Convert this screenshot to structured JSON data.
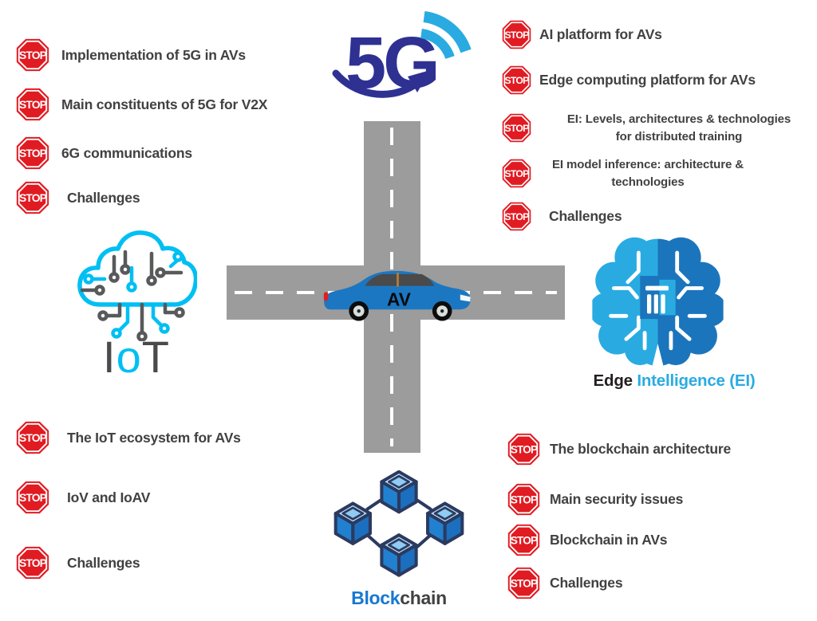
{
  "stop_sign": {
    "label": "STOP"
  },
  "car": {
    "label": "AV"
  },
  "hubs": {
    "five_g": {
      "label": "5G"
    },
    "iot": {
      "i": "I",
      "o": "o",
      "t": "T"
    },
    "edge": {
      "word1": "Edge",
      "word2": "Intelligence (EI)"
    },
    "blockchain": {
      "word1": "Block",
      "word2": "chain"
    }
  },
  "quadrants": {
    "top_left": {
      "items": [
        "Implementation of 5G in AVs",
        "Main constituents of 5G for V2X",
        "6G communications",
        "Challenges"
      ]
    },
    "top_right": {
      "items": [
        "AI platform for AVs",
        "Edge computing platform for AVs",
        "EI: Levels, architectures & technologies\nfor distributed training",
        "EI model inference: architecture &\ntechnologies",
        "Challenges"
      ]
    },
    "bottom_left": {
      "items": [
        "The IoT ecosystem for AVs",
        "IoV and IoAV",
        "Challenges"
      ]
    },
    "bottom_right": {
      "items": [
        "The blockchain architecture",
        "Main security issues",
        "Blockchain in AVs",
        "Challenges"
      ]
    }
  },
  "colors": {
    "stop_red": "#E11B22",
    "road_gray": "#9C9C9C",
    "five_g_navy": "#2E3192",
    "wifi_blue": "#29ABE2",
    "iot_cyan": "#00BFF3",
    "circuit_gray": "#58595B",
    "brain_light": "#29ABE2",
    "brain_dark": "#1B75BC",
    "car_blue": "#1B77C2",
    "blockchain_outline": "#2B3A5F",
    "blockchain_fill": "#2180D0",
    "block_blue": "#1778D2",
    "label_dark": "#414042"
  }
}
